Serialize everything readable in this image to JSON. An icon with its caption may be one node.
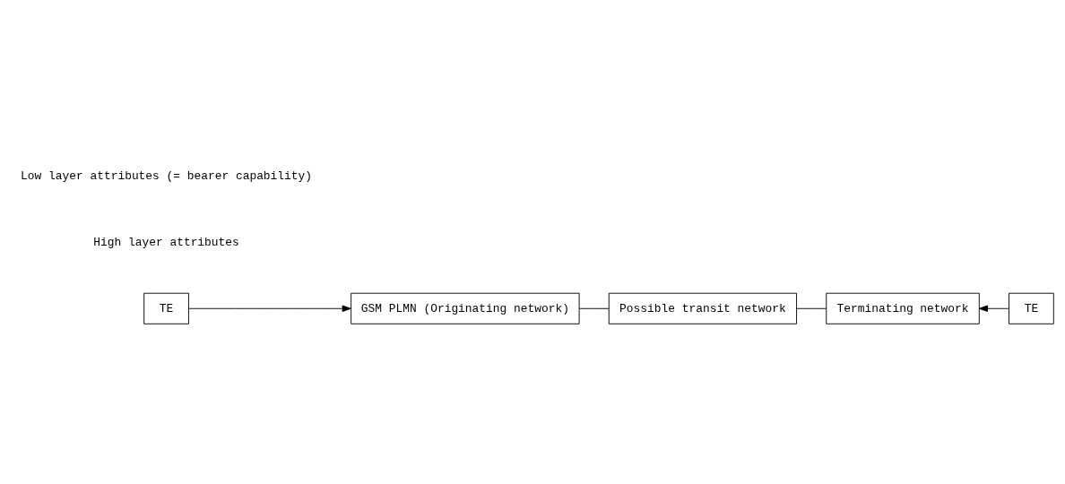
{
  "diagram": {
    "nodes": [
      {
        "text": [
          "TE"
        ]
      },
      {
        "text": [
          "GSM PLMN (Originating network)"
        ]
      },
      {
        "text": [
          "Possible transit network"
        ]
      },
      {
        "text": [
          "Terminating network"
        ]
      },
      {
        "text": [
          "TE"
        ]
      }
    ],
    "edges": [
      {
        "from": 0,
        "to": 1,
        "arrow": "to"
      },
      {
        "from": 1,
        "to": 2,
        "arrow": "none"
      },
      {
        "from": 2,
        "to": 3,
        "arrow": "none"
      },
      {
        "from": 4,
        "to": 3,
        "arrow": "to"
      }
    ],
    "labels": [
      "High layer attributes",
      "Low layer attributes (= bearer capability)"
    ]
  }
}
